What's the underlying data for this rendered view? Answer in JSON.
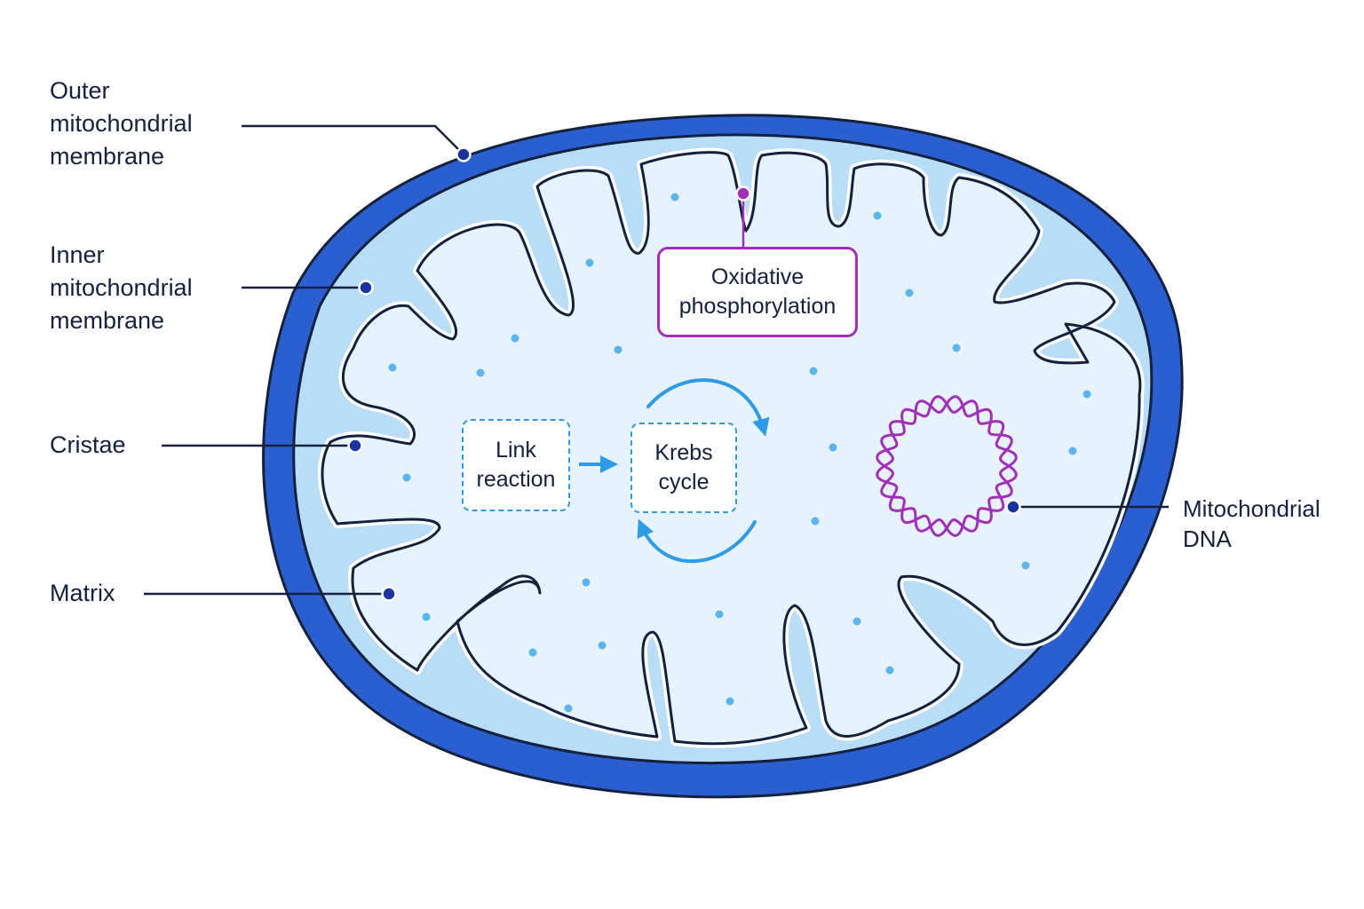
{
  "labels": {
    "outer_membrane": [
      "Outer",
      "mitochondrial",
      "membrane"
    ],
    "inner_membrane": [
      "Inner",
      "mitochondrial",
      "membrane"
    ],
    "cristae": "Cristae",
    "matrix": "Matrix",
    "mito_dna": [
      "Mitochondrial",
      "DNA"
    ]
  },
  "processes": {
    "link_reaction": [
      "Link",
      "reaction"
    ],
    "krebs_cycle": [
      "Krebs",
      "cycle"
    ],
    "oxidative_phosphorylation": [
      "Oxidative",
      "phosphorylation"
    ]
  },
  "colors": {
    "outer_membrane": "#2b5fcf",
    "intermembrane_space": "#b9dcf7",
    "matrix": "#e6f2fc",
    "outline": "#14213d",
    "leader_line": "#14213d",
    "marker_dot": "#1a33a0",
    "oxphos_accent": "#a030b8",
    "krebs_arrow": "#2e9be6",
    "dna": "#a030b8",
    "matrix_dots": "#5bb6ee"
  }
}
